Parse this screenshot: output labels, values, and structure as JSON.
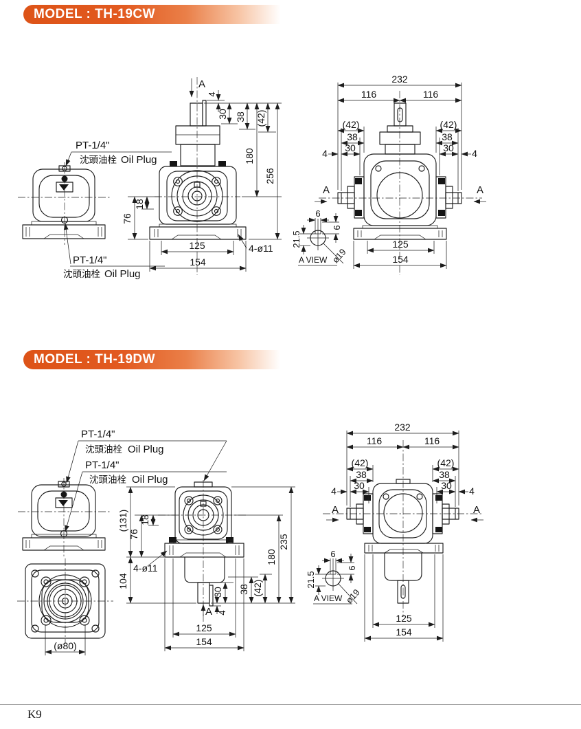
{
  "page": {
    "footer": "K9"
  },
  "accent": "#e25a20",
  "sections": [
    {
      "model_label": "MODEL : TH-19CW",
      "plug_top": {
        "thread": "PT-1/4\"",
        "cjk": "沈頭油栓",
        "en": "Oil Plug"
      },
      "plug_bottom": {
        "thread": "PT-1/4\"",
        "cjk": "沈頭油栓",
        "en": "Oil Plug"
      },
      "front": {
        "marker": "A",
        "key4": "4",
        "d30": "30",
        "d38": "38",
        "d42": "(42)",
        "d180": "180",
        "d256": "256",
        "d76": "76",
        "d18": "18",
        "d125": "125",
        "d154": "154",
        "holes": "4-ø11"
      },
      "side": {
        "d232": "232",
        "d116l": "116",
        "d116r": "116",
        "l42": "(42)",
        "l38": "38",
        "l30": "30",
        "l4": "4",
        "r42": "(42)",
        "r38": "38",
        "r30": "30",
        "r4": "4",
        "markerL": "A",
        "markerR": "A",
        "d125": "125",
        "d154": "154"
      },
      "aview": {
        "title": "A VIEW",
        "w6": "6",
        "h6": "6",
        "d215": "21.5",
        "dia": "ø19"
      }
    },
    {
      "model_label": "MODEL : TH-19DW",
      "plug_1": {
        "thread": "PT-1/4\"",
        "cjk": "沈頭油栓",
        "en": "Oil Plug"
      },
      "plug_2": {
        "thread": "PT-1/4\"",
        "cjk": "沈頭油栓",
        "en": "Oil Plug"
      },
      "flange": {
        "dia80": "(ø80)"
      },
      "front": {
        "d131": "(131)",
        "d104": "104",
        "d76": "76",
        "d18": "18",
        "holes": "4-ø11",
        "d30": "30",
        "d38": "38",
        "d42": "(42)",
        "d180": "180",
        "d235": "235",
        "marker": "A",
        "key4": "4",
        "d125": "125",
        "d154": "154"
      },
      "side": {
        "d232": "232",
        "d116l": "116",
        "d116r": "116",
        "l42": "(42)",
        "l38": "38",
        "l30": "30",
        "l4": "4",
        "r42": "(42)",
        "r38": "38",
        "r30": "30",
        "r4": "4",
        "markerL": "A",
        "markerR": "A",
        "d125": "125",
        "d154": "154"
      },
      "aview": {
        "title": "A VIEW",
        "w6": "6",
        "h6": "6",
        "d215": "21.5",
        "dia": "ø19"
      }
    }
  ]
}
